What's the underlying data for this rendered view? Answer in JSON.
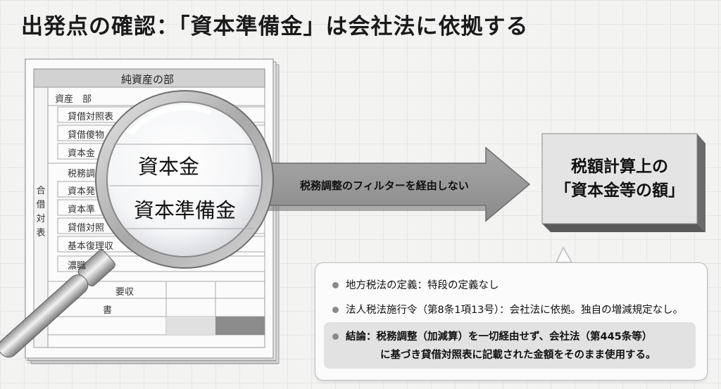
{
  "title": "出発点の確認：「資本準備金」は会社法に依拠する",
  "balance_sheet": {
    "header": "純資産の部",
    "section_label": "資産　部",
    "vertical_label": "合借対表",
    "rows": [
      "貸借対照表",
      "貸借傻物",
      "資本金",
      "税務調",
      "資本発",
      "資本準",
      "貸借対照",
      "基本復理収",
      "濃職",
      "要収",
      "書"
    ]
  },
  "lens": {
    "item1": "資本金",
    "item2": "資本準備金"
  },
  "arrow_label": "税務調整のフィルターを経由しない",
  "result": {
    "line1": "税額計算上の",
    "line2": "「資本金等の額」"
  },
  "notes": [
    "地方税法の定義：特段の定義なし",
    "法人税法施行令（第8条1項13号）：会社法に依拠。独自の増減規定なし。"
  ],
  "conclusion": {
    "line1": "結論：税務調整（加減算）を一切経由せず、会社法（第445条等）",
    "line2": "に基づき貸借対照表に記載された金額をそのまま使用する。"
  },
  "colors": {
    "background": "#f3f3f2",
    "arrow_fill": "#9a9a9a",
    "box_face": "#e4e4e4",
    "box_side": "#6b6b6b",
    "lens_rim": "#bfbfbf"
  }
}
